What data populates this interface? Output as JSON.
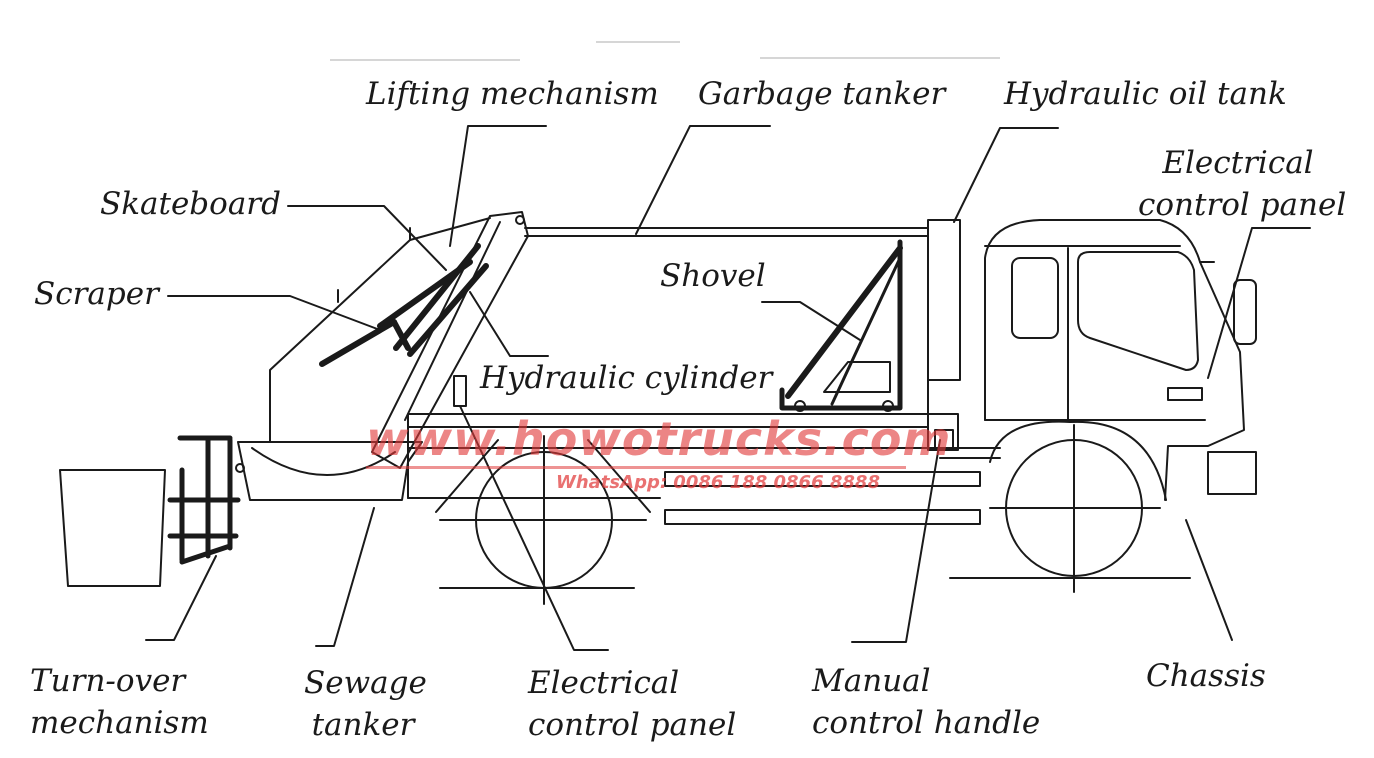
{
  "colors": {
    "line": "#1a1a1a",
    "watermark": "#e03a3a",
    "background": "#ffffff"
  },
  "labels": {
    "lifting_mechanism": "Lifting mechanism",
    "garbage_tanker": "Garbage tanker",
    "hydraulic_oil_tank": "Hydraulic oil tank",
    "electrical_control_panel_top": [
      "Electrical",
      "control panel"
    ],
    "skateboard": "Skateboard",
    "scraper": "Scraper",
    "shovel": "Shovel",
    "hydraulic_cylinder": "Hydraulic cylinder",
    "turn_over_mechanism": [
      "Turn-over",
      "mechanism"
    ],
    "sewage_tanker": [
      "Sewage",
      "tanker"
    ],
    "electrical_control_panel_bottom": [
      "Electrical",
      "control panel"
    ],
    "manual_control_handle": [
      "Manual",
      "control handle"
    ],
    "chassis": "Chassis"
  },
  "watermark": {
    "url": "www.howotrucks.com",
    "whatsapp": "WhatsApp: 0086 188 0866 8888"
  }
}
